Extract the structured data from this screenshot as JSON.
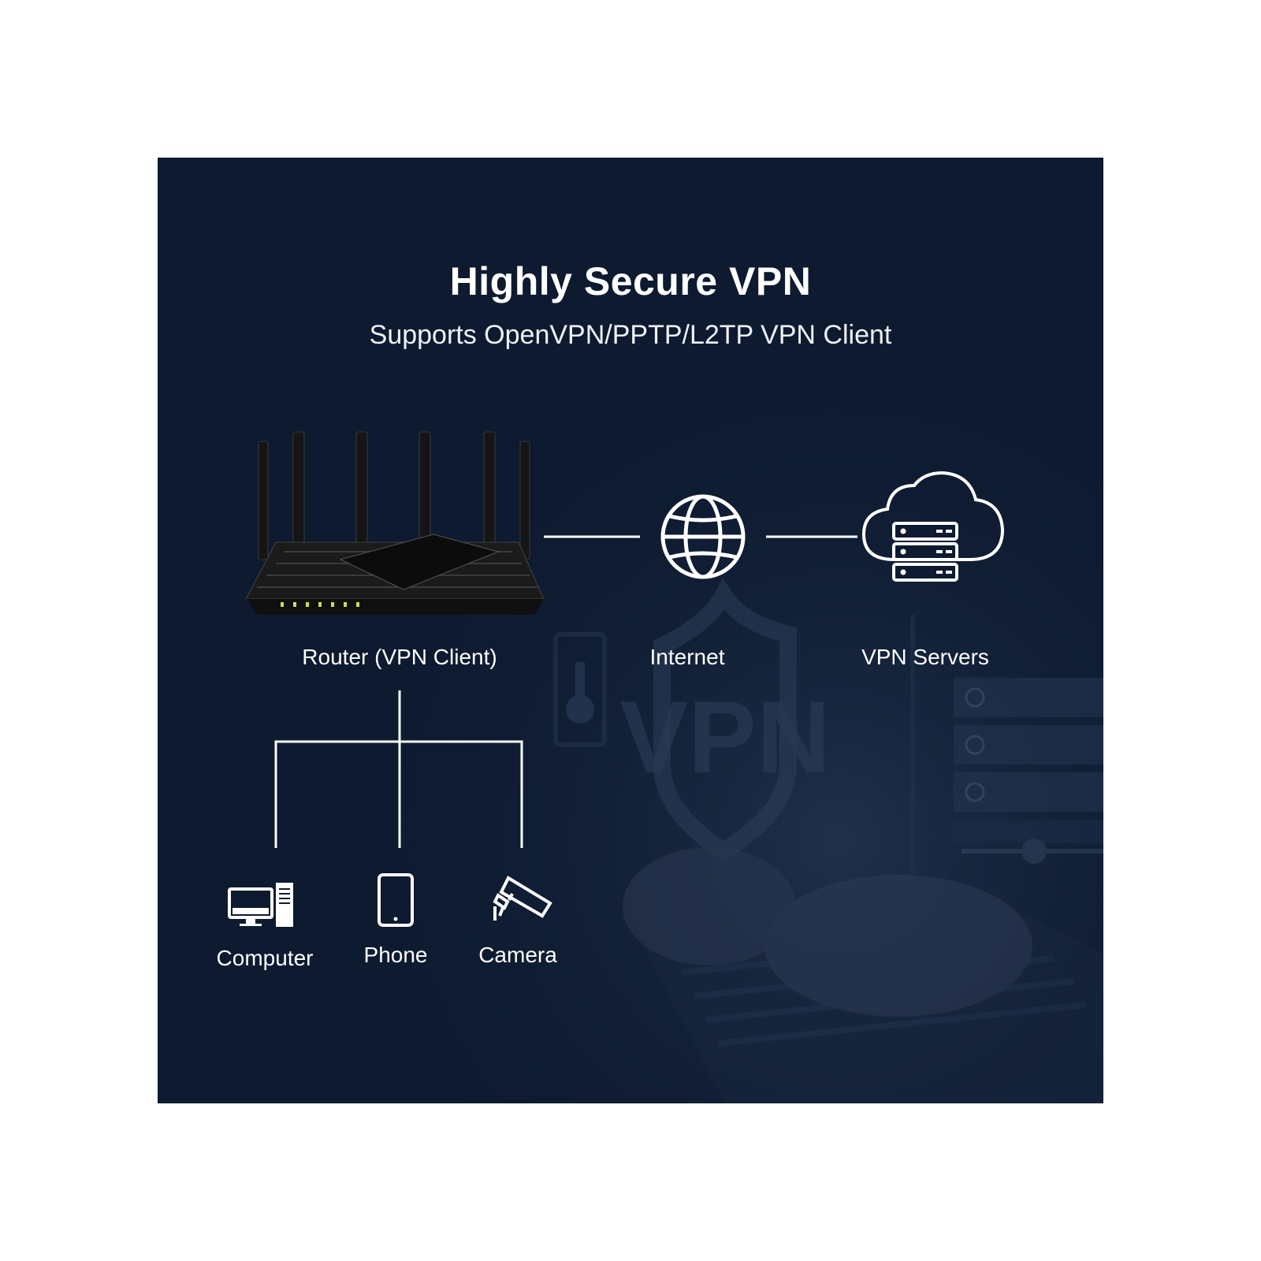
{
  "title": "Highly Secure VPN",
  "subtitle": "Supports OpenVPN/PPTP/L2TP VPN Client",
  "nodes": {
    "router": {
      "label": "Router (VPN Client)",
      "icon": "router-icon"
    },
    "internet": {
      "label": "Internet",
      "icon": "globe-icon"
    },
    "vpn_servers": {
      "label": "VPN Servers",
      "icon": "cloud-server-icon"
    }
  },
  "devices": [
    {
      "label": "Computer",
      "icon": "computer-icon"
    },
    {
      "label": "Phone",
      "icon": "phone-icon"
    },
    {
      "label": "Camera",
      "icon": "security-camera-icon"
    }
  ],
  "background": {
    "watermark_text": "VPN",
    "description_icons": [
      "shield-icon",
      "padlock-icon",
      "server-rack-icon",
      "laptop-keyboard-icon"
    ]
  },
  "colors": {
    "panel_background": "#0d1a30",
    "line_color": "#ffffff",
    "text_color": "#ffffff"
  }
}
